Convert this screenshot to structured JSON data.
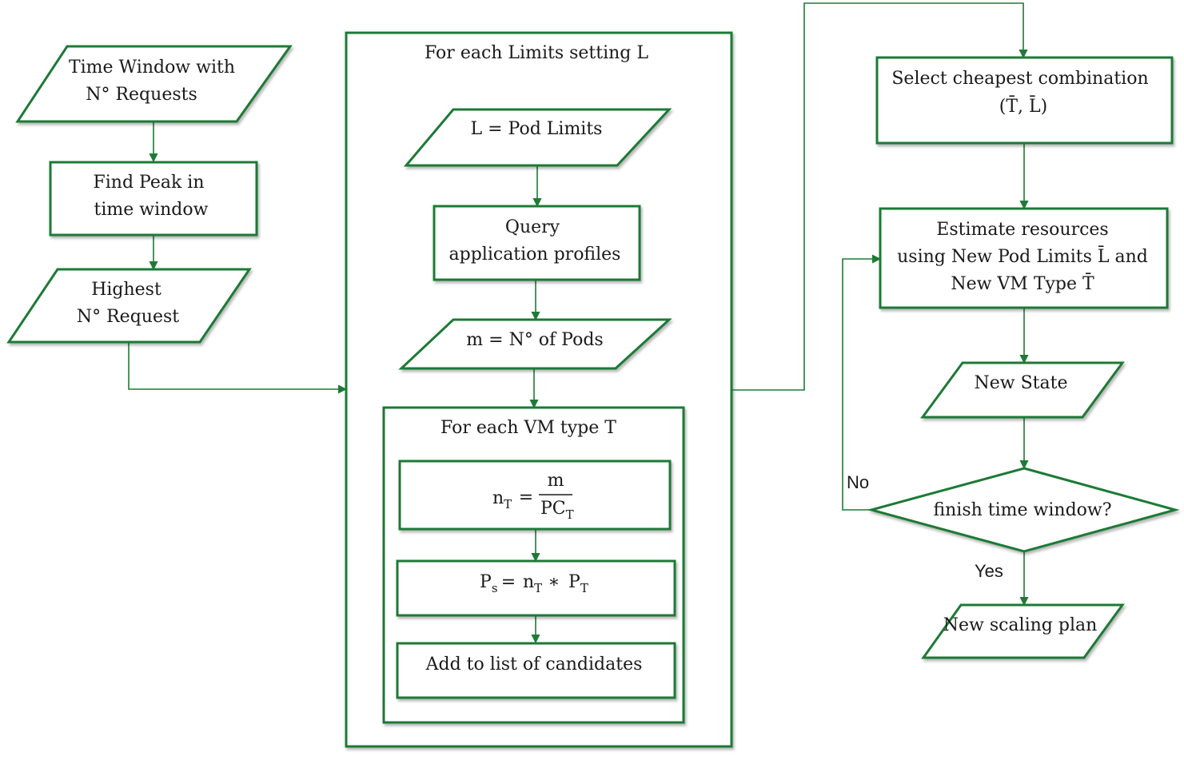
{
  "colors": {
    "stroke": "#1f7a35",
    "background": "#ffffff",
    "text": "#1a1a1a"
  },
  "nodes": {
    "time_window": {
      "line1": "Time Window with",
      "line2": "N° Requests"
    },
    "find_peak": {
      "line1": "Find Peak in",
      "line2": "time window"
    },
    "highest": {
      "line1": "Highest",
      "line2": "N° Request"
    },
    "loop_limits": {
      "label": "For each  Limits setting  L"
    },
    "pod_limits": {
      "label": "L =  Pod Limits"
    },
    "query": {
      "line1": "Query",
      "line2": "application profiles"
    },
    "num_pods": {
      "label": "m =  N° of Pods"
    },
    "loop_vm": {
      "label": "For each VM type T"
    },
    "n_formula": {
      "lhs": "n",
      "sub": "T",
      "eq": "=",
      "num": "m",
      "den": "PC",
      "den_sub": "T"
    },
    "p_formula": {
      "p": "P",
      "p_sub": "s",
      "eq": "=",
      "n": "n",
      "n_sub": "T",
      "op": "∗",
      "pt": "P",
      "pt_sub": "T"
    },
    "add_candidates": {
      "label": "Add to list of candidates"
    },
    "select_cheapest": {
      "line1": "Select cheapest combination",
      "line2": "(T̄, L̄)"
    },
    "estimate": {
      "line1": "Estimate resources",
      "line2": "using New Pod Limits L̄ and",
      "line3": "New VM Type T̄"
    },
    "new_state": {
      "label": "New State"
    },
    "decision": {
      "label": "finish time window?"
    },
    "scaling_plan": {
      "label": "New scaling plan"
    }
  },
  "edge_labels": {
    "no": "No",
    "yes": "Yes"
  }
}
